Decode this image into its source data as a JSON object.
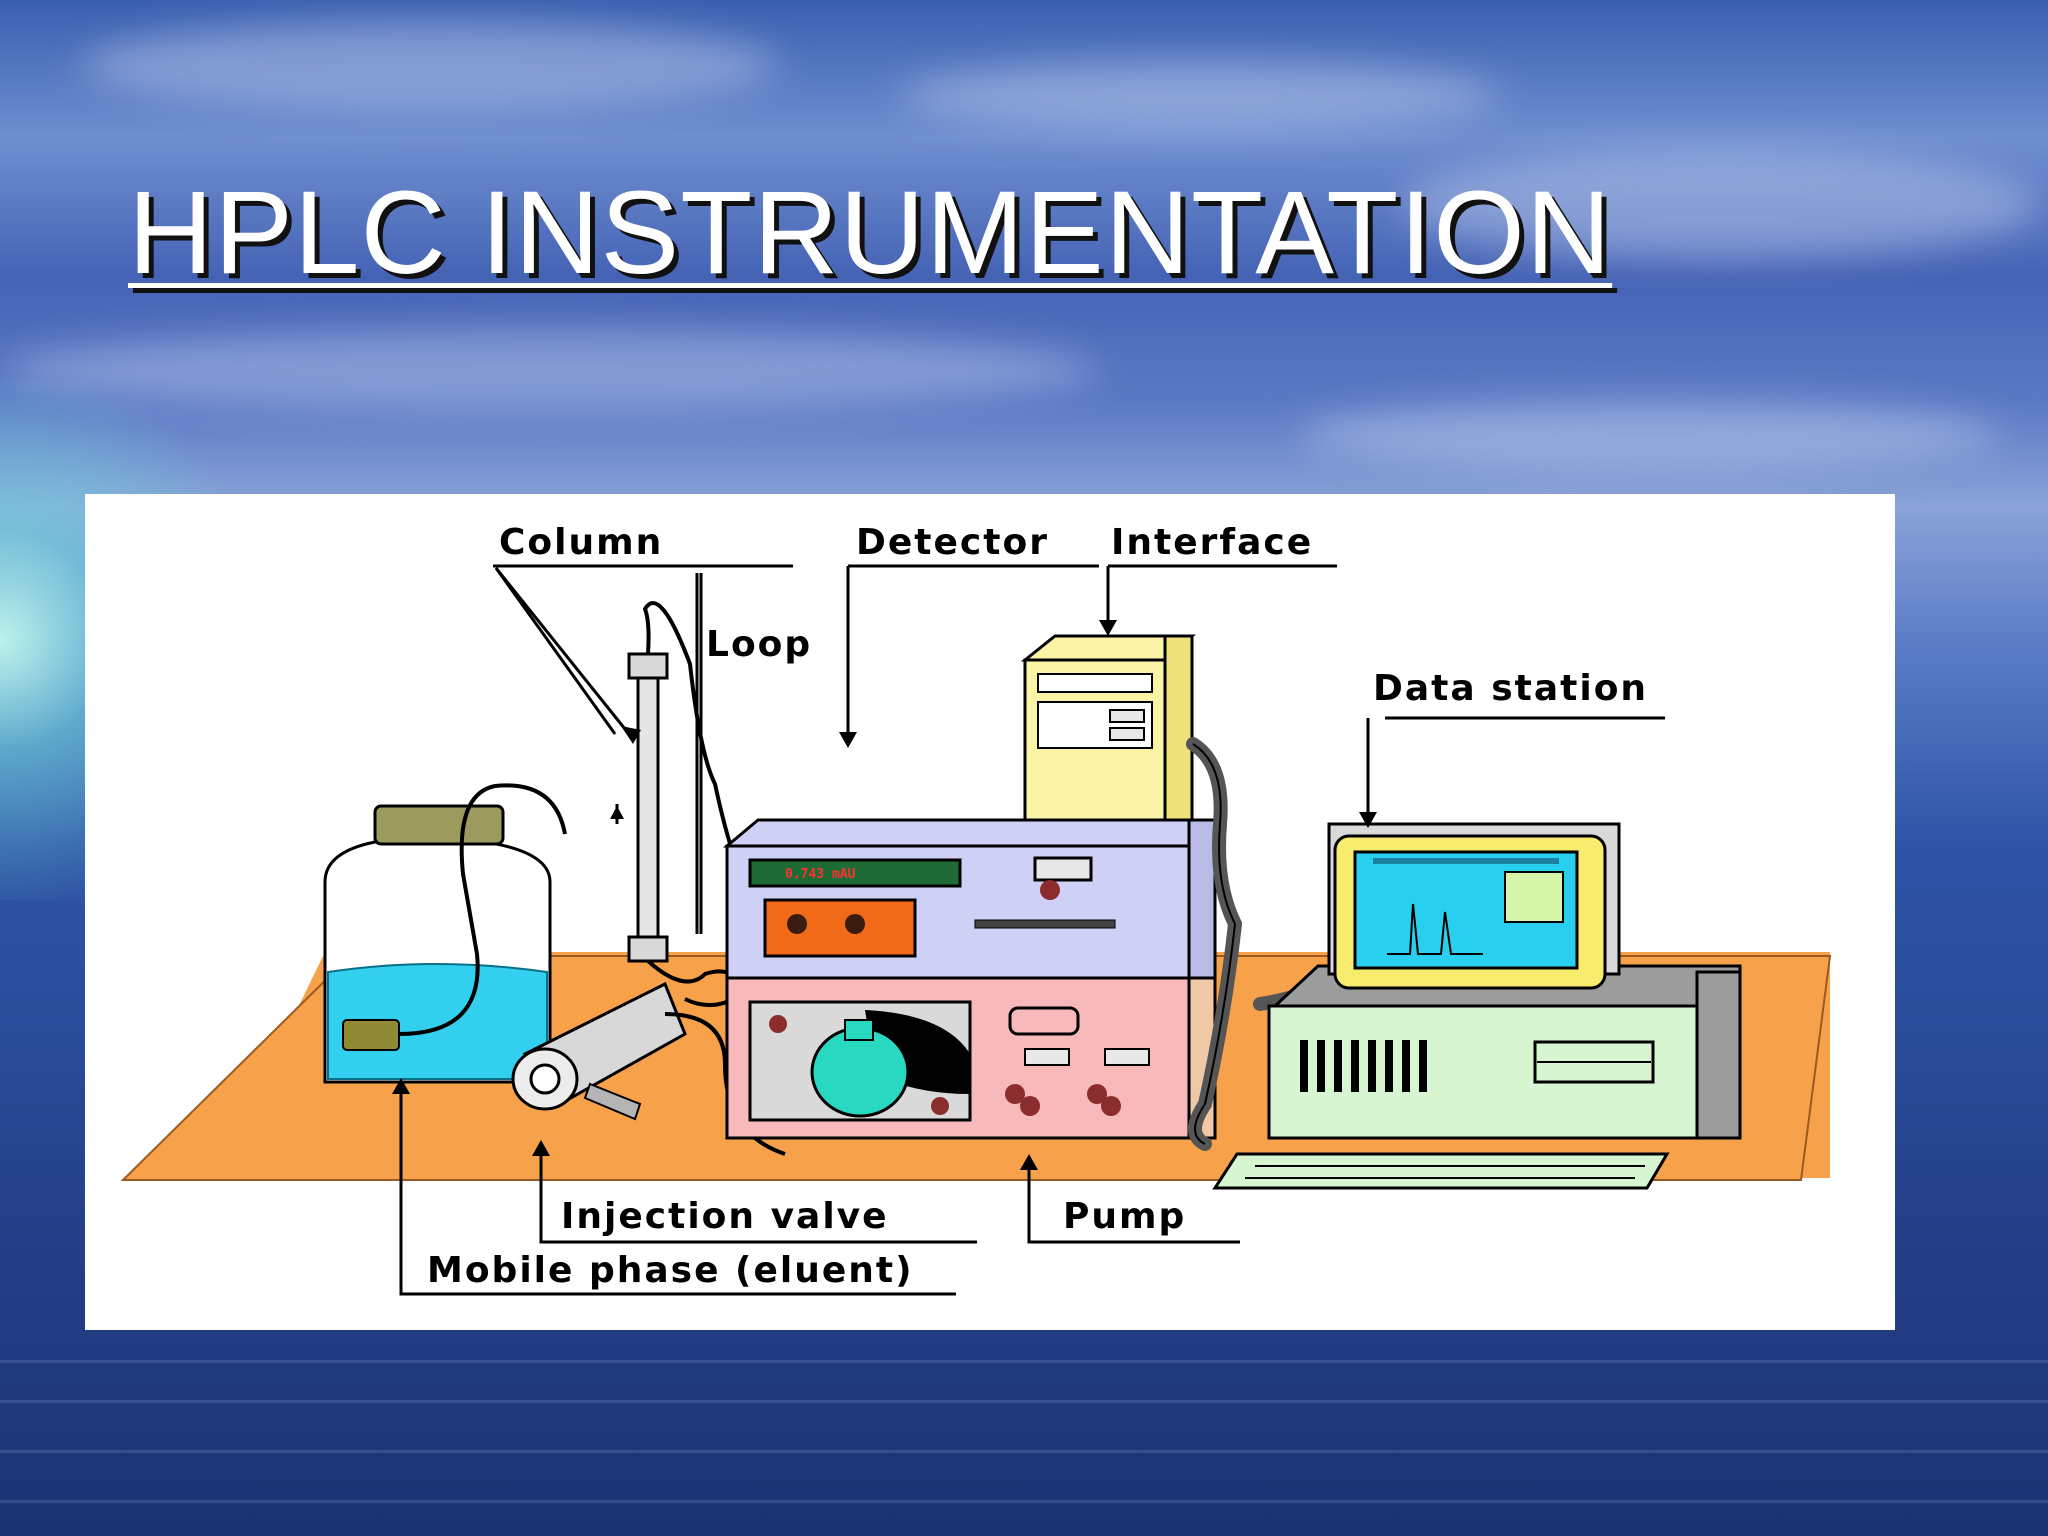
{
  "slide": {
    "title": "HPLC INSTRUMENTATION"
  },
  "diagram": {
    "labels": {
      "column": "Column",
      "detector": "Detector",
      "interface": "Interface",
      "loop": "Loop",
      "data_station": "Data station",
      "injection_valve": "Injection valve",
      "pump": "Pump",
      "mobile_phase": "Mobile phase (eluent)"
    }
  },
  "colors": {
    "table": "#f7a14a",
    "detector_body": "#cfd0f6",
    "pump_body": "#f7b9b9",
    "interface_body": "#fbf3a6",
    "monitor_frame": "#f8ec6e",
    "monitor_screen": "#29cfee",
    "computer_body": "#d8f5d2",
    "eluent": "#33cfee"
  }
}
